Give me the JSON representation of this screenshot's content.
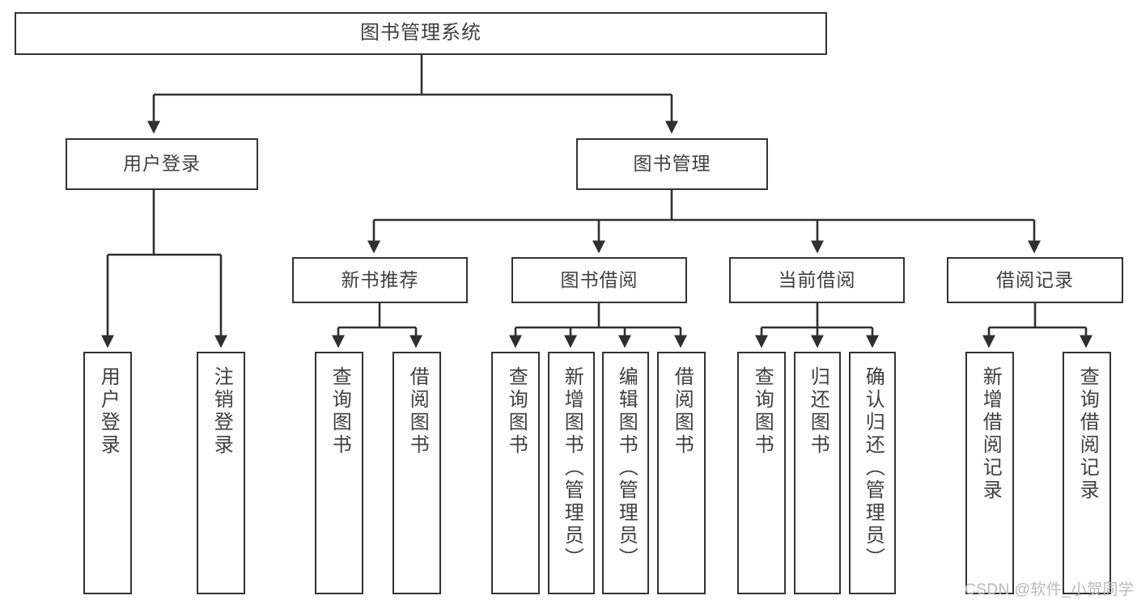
{
  "diagram": {
    "title": "图书管理系统",
    "type": "tree-hierarchy",
    "root": {
      "label": "图书管理系统"
    },
    "level2": [
      {
        "label": "用户登录"
      },
      {
        "label": "图书管理"
      }
    ],
    "level3": [
      {
        "label": "新书推荐"
      },
      {
        "label": "图书借阅"
      },
      {
        "label": "当前借阅"
      },
      {
        "label": "借阅记录"
      }
    ],
    "leaves": {
      "user_login": [
        {
          "label": "用户登录"
        },
        {
          "label": "注销登录"
        }
      ],
      "new_book_recommend": [
        {
          "label": "查询图书"
        },
        {
          "label": "借阅图书"
        }
      ],
      "book_borrow": [
        {
          "label": "查询图书"
        },
        {
          "label": "新增图书（管理员）"
        },
        {
          "label": "编辑图书（管理员）"
        },
        {
          "label": "借阅图书"
        }
      ],
      "current_borrow": [
        {
          "label": "查询图书"
        },
        {
          "label": "归还图书"
        },
        {
          "label": "确认归还（管理员）"
        }
      ],
      "borrow_record": [
        {
          "label": "新增借阅记录"
        },
        {
          "label": "查询借阅记录"
        }
      ]
    }
  },
  "watermark": {
    "text": "CSDN @软件_小贺同学"
  },
  "colors": {
    "stroke": "#333333",
    "text": "#3f3f3f",
    "background": "#ffffff",
    "watermark": "#b9b9b9"
  }
}
